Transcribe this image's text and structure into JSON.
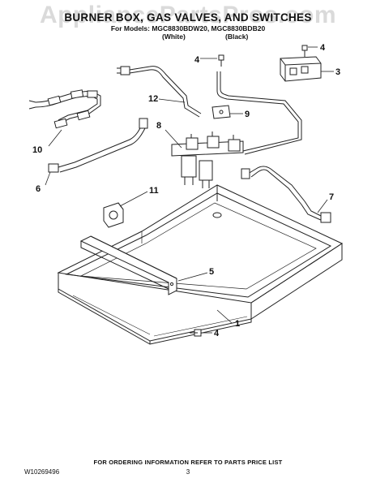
{
  "watermark": "AppliancePartsPros.com",
  "header": {
    "title": "BURNER BOX, GAS VALVES, AND SWITCHES",
    "models": "For Models: MGC8830BDW20, MGC8830BDB20",
    "variant_white": "(White)",
    "variant_black": "(Black)"
  },
  "callouts": {
    "c1": "1",
    "c3": "3",
    "c4a": "4",
    "c4b": "4",
    "c4c": "4",
    "c5": "5",
    "c6": "6",
    "c7": "7",
    "c8": "8",
    "c9": "9",
    "c10": "10",
    "c11": "11",
    "c12": "12"
  },
  "footer": {
    "note": "FOR ORDERING INFORMATION REFER TO PARTS PRICE LIST",
    "page": "3",
    "doc_number": "W10269496"
  }
}
